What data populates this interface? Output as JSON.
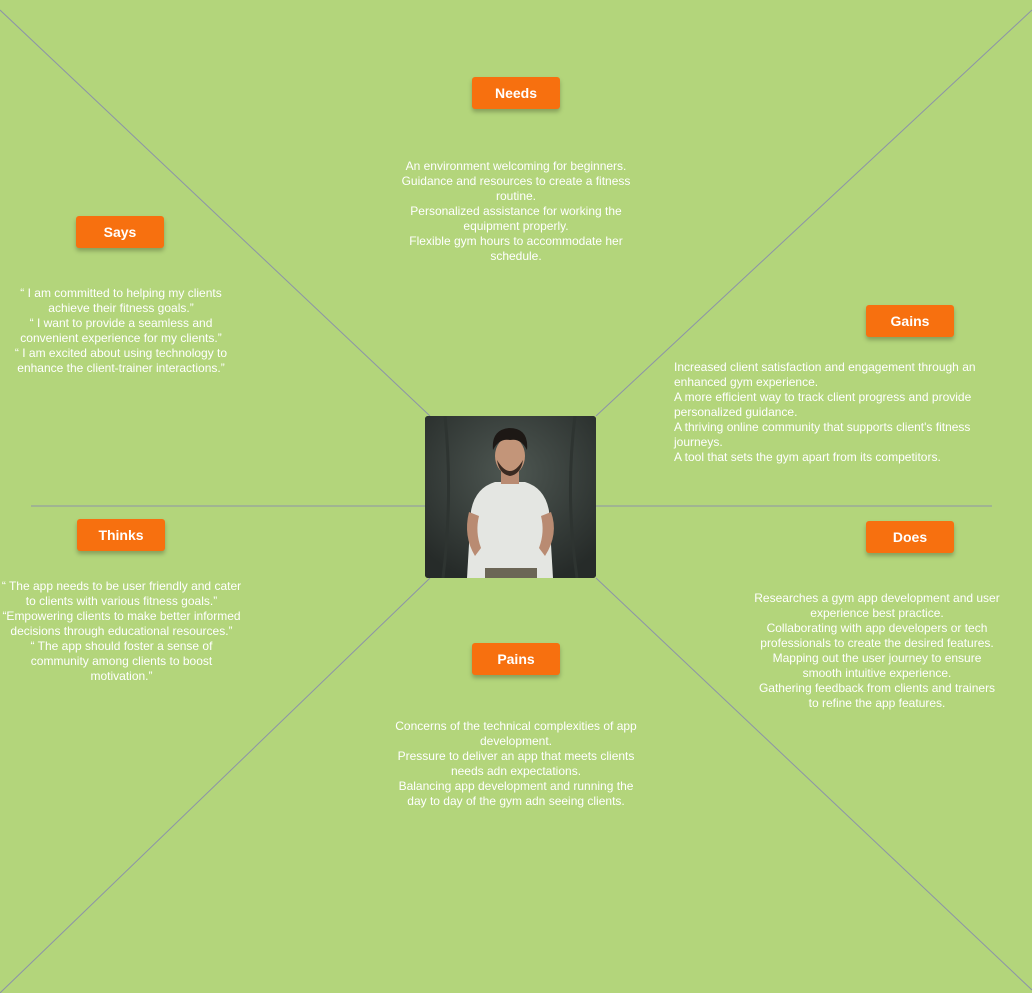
{
  "sections": {
    "needs": {
      "label": "Needs",
      "lines": [
        "An environment welcoming for beginners.",
        "Guidance and resources to create a fitness routine.",
        "Personalized assistance for working the equipment properly.",
        "Flexible gym hours to accommodate her schedule."
      ]
    },
    "says": {
      "label": "Says",
      "lines": [
        "“ I am committed to helping my clients achieve their fitness goals.”",
        "“ I want to provide a seamless and convenient experience for my clients.”",
        "“ I am excited about using technology to enhance the client-trainer interactions.”"
      ]
    },
    "gains": {
      "label": "Gains",
      "lines": [
        "Increased client satisfaction and engagement through an enhanced gym experience.",
        "A more efficient way to track client progress and provide personalized guidance.",
        "A thriving online community that supports client's fitness journeys.",
        "A tool that sets the gym apart from its competitors."
      ]
    },
    "thinks": {
      "label": "Thinks",
      "lines": [
        "“ The app needs to be user friendly and cater to clients with various fitness goals.”",
        "“Empowering clients to make better informed decisions through educational resources.”",
        "“ The app should foster a sense of community among clients to boost motivation.”"
      ]
    },
    "does": {
      "label": "Does",
      "lines": [
        "Researches a gym app development and user experience best practice.",
        "Collaborating with app developers or tech professionals to create the desired features.",
        "Mapping out the user journey to ensure smooth intuitive experience.",
        "Gathering feedback from clients and trainers to refine the app features."
      ]
    },
    "pains": {
      "label": "Pains",
      "lines": [
        "Concerns of the technical complexities of app development.",
        "Pressure to deliver an app that meets clients needs adn expectations.",
        "Balancing app development and running the day to day of the gym adn seeing clients."
      ]
    }
  },
  "colors": {
    "background": "#b3d57b",
    "label": "#f7700f",
    "text": "#ffffff",
    "divider": "#8c93a8"
  }
}
